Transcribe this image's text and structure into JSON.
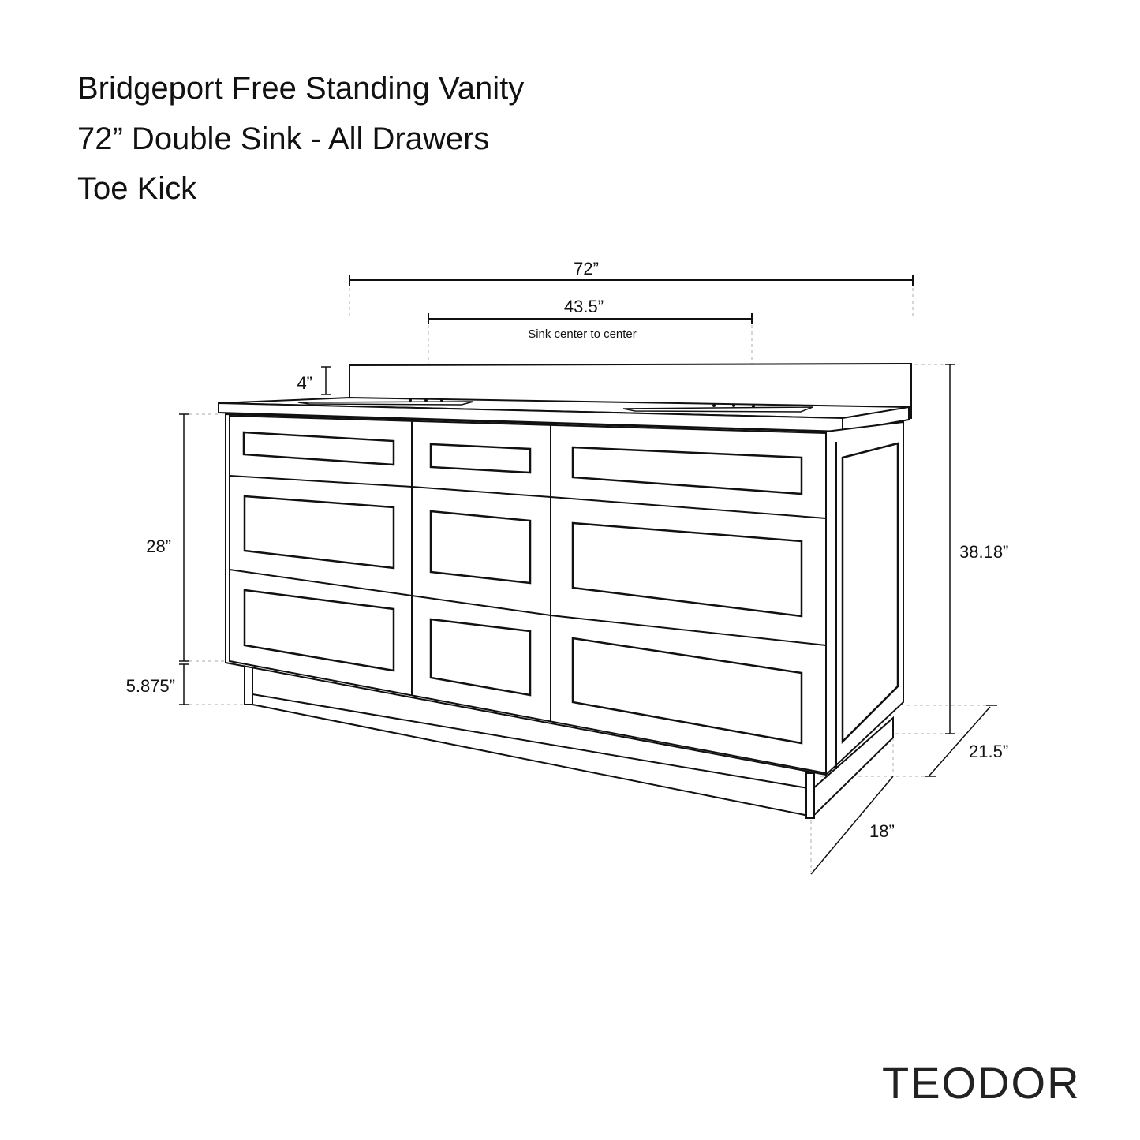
{
  "title": {
    "line1": "Bridgeport Free Standing Vanity",
    "line2": "72” Double Sink - All Drawers",
    "line3": "Toe Kick"
  },
  "dimensions": {
    "width": "72”",
    "sink_spacing": "43.5”",
    "sink_spacing_note": "Sink center to center",
    "backsplash_height": "4”",
    "cabinet_height": "28”",
    "toe_kick_height": "5.875”",
    "total_height": "38.18”",
    "top_depth": "21.5”",
    "cabinet_depth": "18”"
  },
  "brand": "TEODOR"
}
